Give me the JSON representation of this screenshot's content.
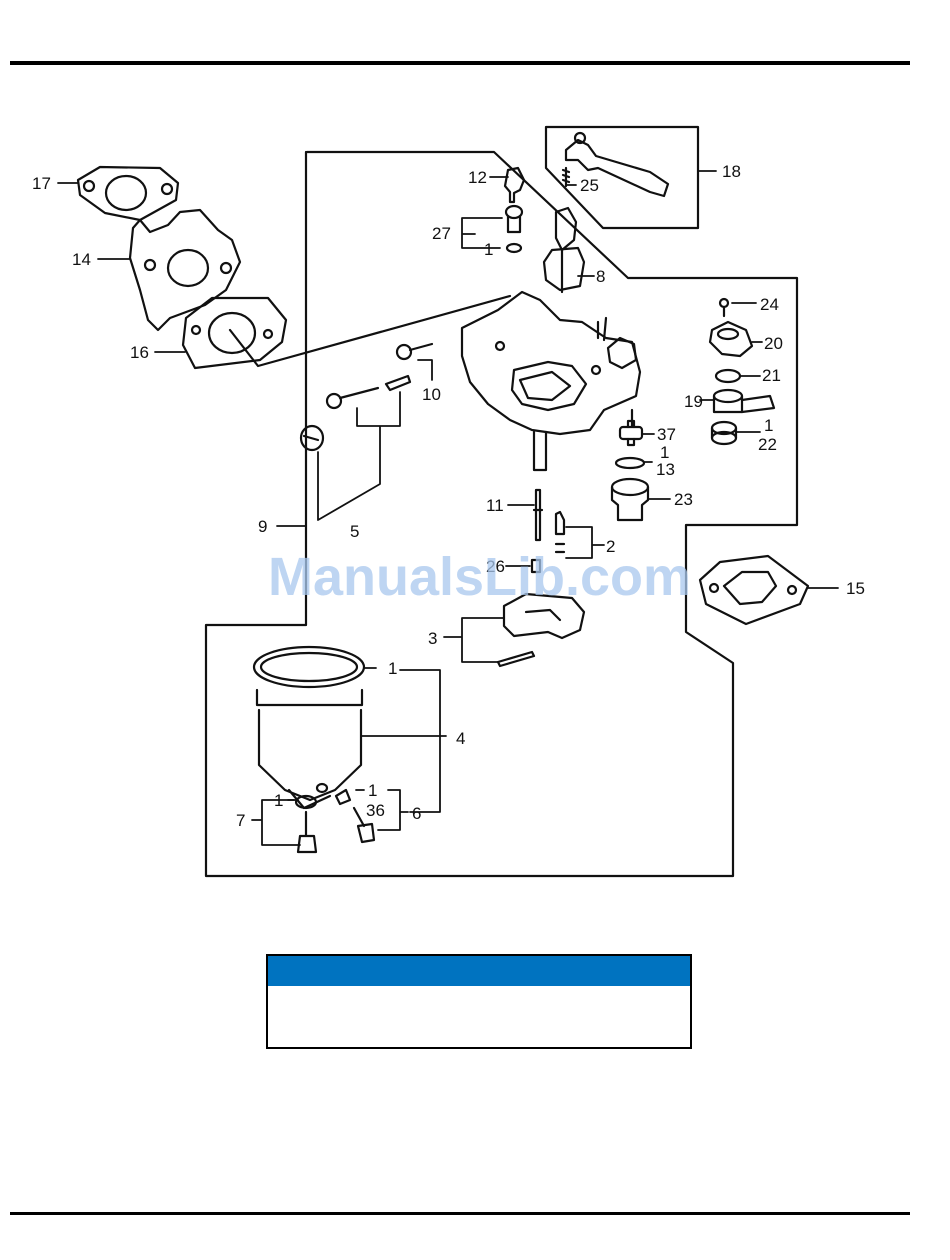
{
  "page": {
    "watermark": "ManualsLib.com",
    "info_box": {
      "header_color": "#0073c0",
      "header_text": "",
      "body_text": ""
    }
  },
  "diagram": {
    "title": "Carburetor exploded parts view",
    "callouts": {
      "c17": "17",
      "c14": "14",
      "c16": "16",
      "c12": "12",
      "c27": "27",
      "c1a": "1",
      "c8": "8",
      "c18": "18",
      "c25": "25",
      "c24": "24",
      "c20": "20",
      "c21": "21",
      "c19": "19",
      "c1b": "1",
      "c22": "22",
      "c37": "37",
      "c1c": "1",
      "c13": "13",
      "c23": "23",
      "c10": "10",
      "c5": "5",
      "c9": "9",
      "c11": "11",
      "c2": "2",
      "c26": "26",
      "c15": "15",
      "c3": "3",
      "c1d": "1",
      "c4": "4",
      "c1e": "1",
      "c1f": "1",
      "c36": "36",
      "c6": "6",
      "c7": "7"
    },
    "parts": [
      {
        "id": "17",
        "name": "gasket"
      },
      {
        "id": "14",
        "name": "insulator"
      },
      {
        "id": "16",
        "name": "gasket"
      },
      {
        "id": "12",
        "name": "fuel-valve-lever"
      },
      {
        "id": "27",
        "name": "float-valve-assembly"
      },
      {
        "id": "8",
        "name": "choke-lever"
      },
      {
        "id": "18",
        "name": "throttle-lever-assembly"
      },
      {
        "id": "25",
        "name": "spring"
      },
      {
        "id": "24",
        "name": "screw"
      },
      {
        "id": "20",
        "name": "cover"
      },
      {
        "id": "21",
        "name": "filter"
      },
      {
        "id": "19",
        "name": "fuel-valve-body"
      },
      {
        "id": "22",
        "name": "filter"
      },
      {
        "id": "37",
        "name": "valve"
      },
      {
        "id": "13",
        "name": "o-ring"
      },
      {
        "id": "23",
        "name": "fuel-cup"
      },
      {
        "id": "10",
        "name": "screw"
      },
      {
        "id": "5",
        "name": "pilot-screw-set"
      },
      {
        "id": "9",
        "name": "clip"
      },
      {
        "id": "11",
        "name": "main-nozzle"
      },
      {
        "id": "2",
        "name": "needle-set"
      },
      {
        "id": "26",
        "name": "main-jet"
      },
      {
        "id": "15",
        "name": "gasket"
      },
      {
        "id": "3",
        "name": "float-set"
      },
      {
        "id": "4",
        "name": "float-chamber-set"
      },
      {
        "id": "36",
        "name": "drain-screw"
      },
      {
        "id": "6",
        "name": "drain-screw-set"
      },
      {
        "id": "7",
        "name": "bolt-set"
      }
    ]
  }
}
